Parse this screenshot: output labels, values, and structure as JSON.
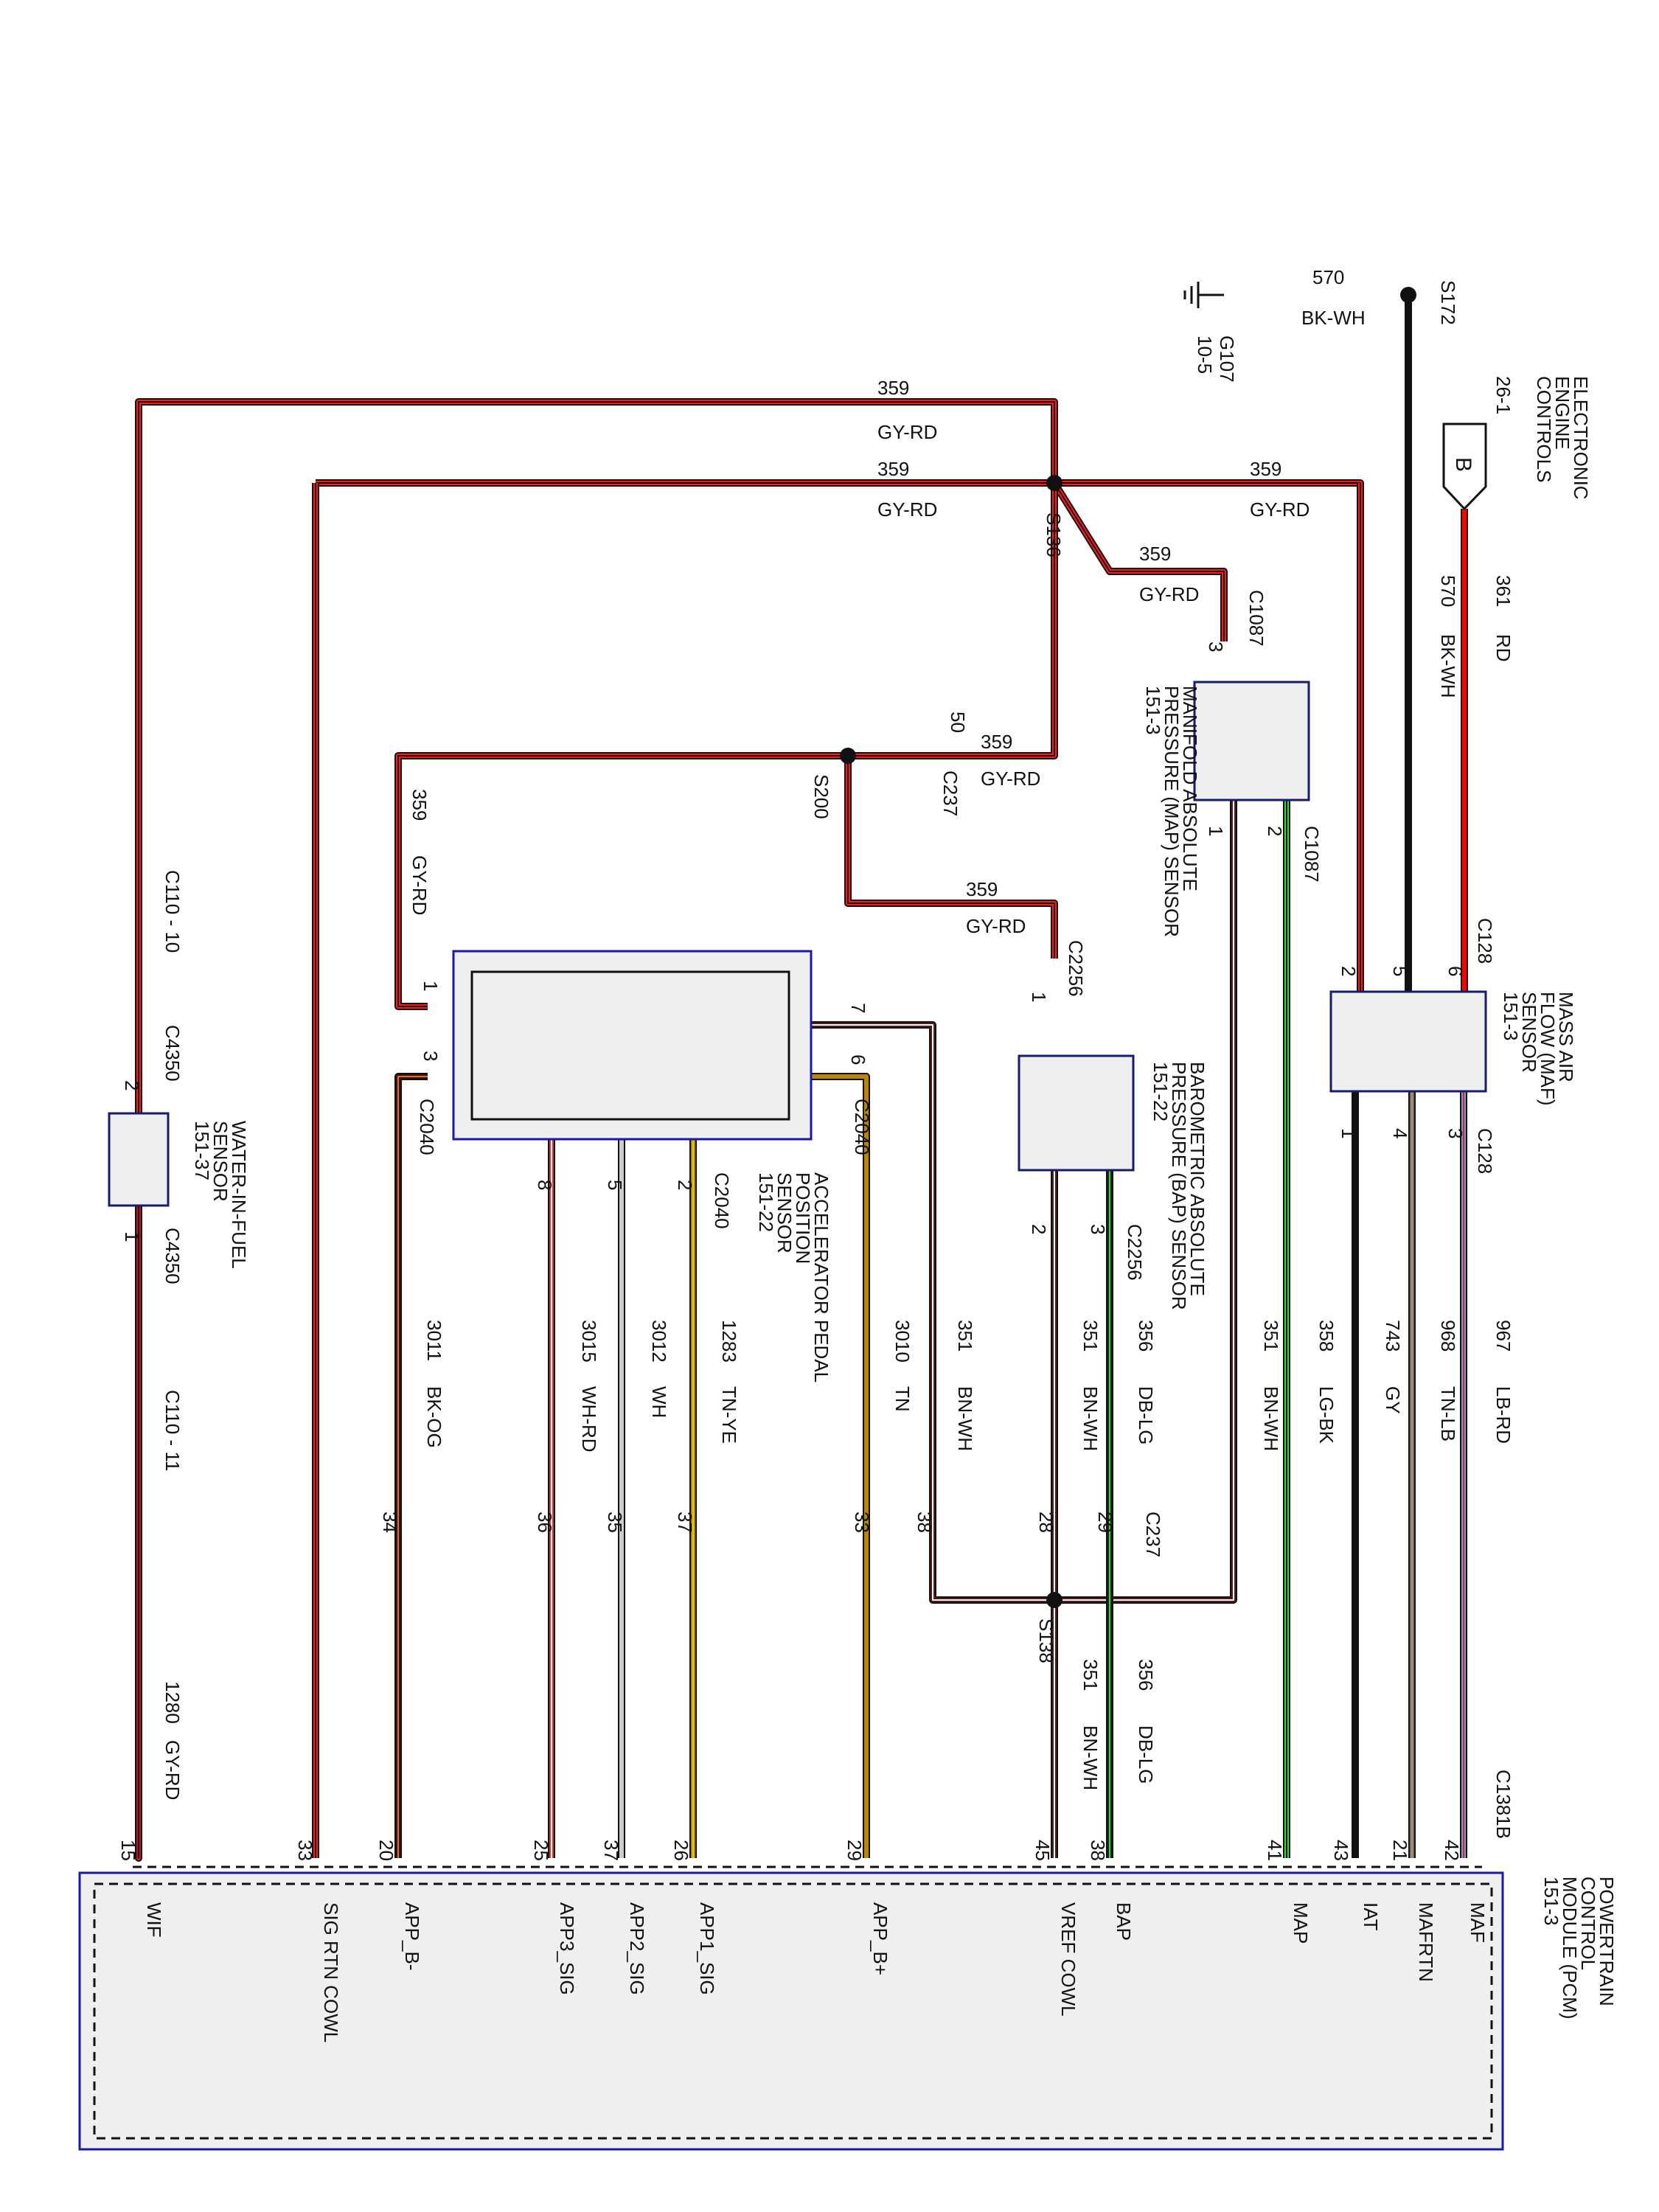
{
  "diagram": {
    "wires": [
      {
        "id": "w-361-rd",
        "color": "#ff0000",
        "stripe": null
      },
      {
        "id": "w-570-bkwh",
        "color": "#111111",
        "stripe": null
      },
      {
        "id": "w-359-top",
        "color": "#ff1a1a",
        "stripe": "#111"
      },
      {
        "id": "w-359-mid",
        "color": "#ff1a1a",
        "stripe": "#111"
      },
      {
        "id": "w-359-s136-c1087",
        "color": "#ff1a1a",
        "stripe": "#111"
      },
      {
        "id": "w-359-s200-c237",
        "color": "#ff1a1a",
        "stripe": "#111"
      },
      {
        "id": "w-359-s200-app",
        "color": "#ff1a1a",
        "stripe": "#111"
      },
      {
        "id": "w-359-s200-bap",
        "color": "#ff1a1a",
        "stripe": "#111"
      },
      {
        "id": "w-359-gyrd-maf",
        "color": "#ff1a1a",
        "stripe": "#111"
      },
      {
        "id": "w-359-gyrd-wif",
        "color": "#ff1a1a",
        "stripe": "#111"
      },
      {
        "id": "w-359-sigrtn",
        "color": "#ff1a1a",
        "stripe": "#111"
      },
      {
        "id": "w-967-lbrd",
        "color": "#6f9fd8",
        "stripe": "#e02020"
      },
      {
        "id": "w-968-tnlb",
        "color": "#9a6a30",
        "stripe": "#6f9fd8"
      },
      {
        "id": "w-743-gy",
        "color": "#111111",
        "stripe": null
      },
      {
        "id": "w-358-lgbk",
        "color": "#33dd33",
        "stripe": "#111"
      },
      {
        "id": "w-351-map",
        "color": "#5a1a1a",
        "stripe": "#fff"
      },
      {
        "id": "w-356-dblg",
        "color": "#1a2a18",
        "stripe": "#44cc44"
      },
      {
        "id": "w-351-bap",
        "color": "#5a1a1a",
        "stripe": "#fff"
      },
      {
        "id": "w-351-app",
        "color": "#5a1a1a",
        "stripe": "#fff"
      },
      {
        "id": "w-3010-tn",
        "color": "#b8860b",
        "stripe": null
      },
      {
        "id": "w-1283-tnye",
        "color": "#b8860b",
        "stripe": "#e6d200"
      },
      {
        "id": "w-3012-wh",
        "color": "#cccccc",
        "stripe": null
      },
      {
        "id": "w-3015-whrd",
        "color": "#e03030",
        "stripe": "#fff"
      },
      {
        "id": "w-3011-bkog",
        "color": "#3a1010",
        "stripe": "#e07020"
      },
      {
        "id": "w-1280-gyrd",
        "color": "#c0102a",
        "stripe": "#111"
      },
      {
        "id": "w-s138-351",
        "color": "#5a1a1a",
        "stripe": "#fff"
      }
    ],
    "labels": [
      {
        "id": "lbl-s172",
        "text": "S172",
        "rot": 90
      },
      {
        "id": "lbl-570-top",
        "text": "570",
        "rot": 0
      },
      {
        "id": "lbl-bkwh-top",
        "text": "BK-WH",
        "rot": 0
      },
      {
        "id": "lbl-g107",
        "text": "G107",
        "rot": 90
      },
      {
        "id": "lbl-g107-ref",
        "text": "10-5",
        "rot": 90
      },
      {
        "id": "lbl-eec",
        "text": "ELECTRONIC",
        "rot": 90
      },
      {
        "id": "lbl-eec2",
        "text": "ENGINE",
        "rot": 90
      },
      {
        "id": "lbl-eec3",
        "text": "CONTROLS",
        "rot": 90
      },
      {
        "id": "lbl-261",
        "text": "26-1",
        "rot": 90
      },
      {
        "id": "lbl-b",
        "text": "B",
        "rot": 90
      },
      {
        "id": "lbl-361",
        "text": "361",
        "rot": 90
      },
      {
        "id": "lbl-rd",
        "text": "RD",
        "rot": 90
      },
      {
        "id": "lbl-570",
        "text": "570",
        "rot": 90
      },
      {
        "id": "lbl-bkwh",
        "text": "BK-WH",
        "rot": 90
      },
      {
        "id": "lbl-359-a",
        "text": "359",
        "rot": 0
      },
      {
        "id": "lbl-gyrd-a",
        "text": "GY-RD",
        "rot": 0
      },
      {
        "id": "lbl-359-b",
        "text": "359",
        "rot": 0
      },
      {
        "id": "lbl-gyrd-b",
        "text": "GY-RD",
        "rot": 0
      },
      {
        "id": "lbl-359-c",
        "text": "359",
        "rot": 0
      },
      {
        "id": "lbl-gyrd-c",
        "text": "GY-RD",
        "rot": 0
      },
      {
        "id": "lbl-s136",
        "text": "S136",
        "rot": 90
      },
      {
        "id": "lbl-359-d",
        "text": "359",
        "rot": 0
      },
      {
        "id": "lbl-gyrd-d",
        "text": "GY-RD",
        "rot": 0
      },
      {
        "id": "lbl-c1087-a",
        "text": "C1087",
        "rot": 90
      },
      {
        "id": "lbl-pin3-c1087",
        "text": "3",
        "rot": 90
      },
      {
        "id": "lbl-map1",
        "text": "MANIFOLD ABSOLUTE",
        "rot": 90
      },
      {
        "id": "lbl-map2",
        "text": "PRESSURE (MAP) SENSOR",
        "rot": 90
      },
      {
        "id": "lbl-map3",
        "text": "151-3",
        "rot": 90
      },
      {
        "id": "lbl-pin1-map",
        "text": "1",
        "rot": 90
      },
      {
        "id": "lbl-pin2-map",
        "text": "2",
        "rot": 90
      },
      {
        "id": "lbl-c1087-b",
        "text": "C1087",
        "rot": 90
      },
      {
        "id": "lbl-50",
        "text": "50",
        "rot": 90
      },
      {
        "id": "lbl-359-e",
        "text": "359",
        "rot": 0
      },
      {
        "id": "lbl-gyrd-e",
        "text": "GY-RD",
        "rot": 0
      },
      {
        "id": "lbl-c237-a",
        "text": "C237",
        "rot": 90
      },
      {
        "id": "lbl-s200",
        "text": "S200",
        "rot": 90
      },
      {
        "id": "lbl-359-f",
        "text": "359",
        "rot": 90
      },
      {
        "id": "lbl-gyrd-f",
        "text": "GY-RD",
        "rot": 90
      },
      {
        "id": "lbl-359-g",
        "text": "359",
        "rot": 0
      },
      {
        "id": "lbl-gyrd-g",
        "text": "GY-RD",
        "rot": 0
      },
      {
        "id": "lbl-c2256-a",
        "text": "C2256",
        "rot": 90
      },
      {
        "id": "lbl-pin1-bap",
        "text": "1",
        "rot": 90
      },
      {
        "id": "lbl-bap1",
        "text": "BAROMETRIC ABSOLUTE",
        "rot": 90
      },
      {
        "id": "lbl-bap2",
        "text": "PRESSURE (BAP) SENSOR",
        "rot": 90
      },
      {
        "id": "lbl-bap3",
        "text": "151-22",
        "rot": 90
      },
      {
        "id": "lbl-pin2-bap",
        "text": "2",
        "rot": 90
      },
      {
        "id": "lbl-pin3-bap",
        "text": "3",
        "rot": 90
      },
      {
        "id": "lbl-c2256-b",
        "text": "C2256",
        "rot": 90
      },
      {
        "id": "lbl-c128-a",
        "text": "C128",
        "rot": 90
      },
      {
        "id": "lbl-maf1",
        "text": "MASS AIR",
        "rot": 90
      },
      {
        "id": "lbl-maf2",
        "text": "FLOW (MAF)",
        "rot": 90
      },
      {
        "id": "lbl-maf3",
        "text": "SENSOR",
        "rot": 90
      },
      {
        "id": "lbl-maf4",
        "text": "151-3",
        "rot": 90
      },
      {
        "id": "lbl-maf-p2",
        "text": "2",
        "rot": 90
      },
      {
        "id": "lbl-maf-p5",
        "text": "5",
        "rot": 90
      },
      {
        "id": "lbl-maf-p6",
        "text": "6",
        "rot": 90
      },
      {
        "id": "lbl-maf-p1",
        "text": "1",
        "rot": 90
      },
      {
        "id": "lbl-maf-p4",
        "text": "4",
        "rot": 90
      },
      {
        "id": "lbl-maf-p3",
        "text": "3",
        "rot": 90
      },
      {
        "id": "lbl-c128-b",
        "text": "C128",
        "rot": 90
      },
      {
        "id": "lbl-967",
        "text": "967",
        "rot": 90
      },
      {
        "id": "lbl-lbrd",
        "text": "LB-RD",
        "rot": 90
      },
      {
        "id": "lbl-968",
        "text": "968",
        "rot": 90
      },
      {
        "id": "lbl-tnlb",
        "text": "TN-LB",
        "rot": 90
      },
      {
        "id": "lbl-743",
        "text": "743",
        "rot": 90
      },
      {
        "id": "lbl-gy",
        "text": "GY",
        "rot": 90
      },
      {
        "id": "lbl-358",
        "text": "358",
        "rot": 90
      },
      {
        "id": "lbl-lgbk",
        "text": "LG-BK",
        "rot": 90
      },
      {
        "id": "lbl-351-a",
        "text": "351",
        "rot": 90
      },
      {
        "id": "lbl-bnwh-a",
        "text": "BN-WH",
        "rot": 90
      },
      {
        "id": "lbl-356-a",
        "text": "356",
        "rot": 90
      },
      {
        "id": "lbl-dblg-a",
        "text": "DB-LG",
        "rot": 90
      },
      {
        "id": "lbl-351-b",
        "text": "351",
        "rot": 90
      },
      {
        "id": "lbl-bnwh-b",
        "text": "BN-WH",
        "rot": 90
      },
      {
        "id": "lbl-351-c",
        "text": "351",
        "rot": 90
      },
      {
        "id": "lbl-bnwh-c",
        "text": "BN-WH",
        "rot": 90
      },
      {
        "id": "lbl-3010",
        "text": "3010",
        "rot": 90
      },
      {
        "id": "lbl-tn",
        "text": "TN",
        "rot": 90
      },
      {
        "id": "lbl-1283",
        "text": "1283",
        "rot": 90
      },
      {
        "id": "lbl-tnye",
        "text": "TN-YE",
        "rot": 90
      },
      {
        "id": "lbl-3012",
        "text": "3012",
        "rot": 90
      },
      {
        "id": "lbl-wh",
        "text": "WH",
        "rot": 90
      },
      {
        "id": "lbl-3015",
        "text": "3015",
        "rot": 90
      },
      {
        "id": "lbl-whrd",
        "text": "WH-RD",
        "rot": 90
      },
      {
        "id": "lbl-3011",
        "text": "3011",
        "rot": 90
      },
      {
        "id": "lbl-bkog",
        "text": "BK-OG",
        "rot": 90
      },
      {
        "id": "lbl-app1",
        "text": "ACCELERATOR PEDAL",
        "rot": 90
      },
      {
        "id": "lbl-app2",
        "text": "POSITION",
        "rot": 90
      },
      {
        "id": "lbl-app3",
        "text": "SENSOR",
        "rot": 90
      },
      {
        "id": "lbl-app4",
        "text": "151-22",
        "rot": 90
      },
      {
        "id": "lbl-c2040-a",
        "text": "C2040",
        "rot": 90
      },
      {
        "id": "lbl-c2040-b",
        "text": "C2040",
        "rot": 90
      },
      {
        "id": "lbl-c2040-c",
        "text": "C2040",
        "rot": 90
      },
      {
        "id": "lbl-app-p1",
        "text": "1",
        "rot": 90
      },
      {
        "id": "lbl-app-p3",
        "text": "3",
        "rot": 90
      },
      {
        "id": "lbl-app-p7",
        "text": "7",
        "rot": 90
      },
      {
        "id": "lbl-app-p6",
        "text": "6",
        "rot": 90
      },
      {
        "id": "lbl-app-p8",
        "text": "8",
        "rot": 90
      },
      {
        "id": "lbl-app-p5",
        "text": "5",
        "rot": 90
      },
      {
        "id": "lbl-app-p2",
        "text": "2",
        "rot": 90
      },
      {
        "id": "lbl-c237-b",
        "text": "C237",
        "rot": 90
      },
      {
        "id": "lbl-c237-29",
        "text": "29",
        "rot": 90
      },
      {
        "id": "lbl-c237-28",
        "text": "28",
        "rot": 90
      },
      {
        "id": "lbl-c237-38",
        "text": "38",
        "rot": 90
      },
      {
        "id": "lbl-c237-33",
        "text": "33",
        "rot": 90
      },
      {
        "id": "lbl-c237-37",
        "text": "37",
        "rot": 90
      },
      {
        "id": "lbl-c237-35",
        "text": "35",
        "rot": 90
      },
      {
        "id": "lbl-c237-36",
        "text": "36",
        "rot": 90
      },
      {
        "id": "lbl-c237-34",
        "text": "34",
        "rot": 90
      },
      {
        "id": "lbl-s138",
        "text": "S138",
        "rot": 90
      },
      {
        "id": "lbl-351-d",
        "text": "351",
        "rot": 90
      },
      {
        "id": "lbl-bnwh-d",
        "text": "BN-WH",
        "rot": 90
      },
      {
        "id": "lbl-356-b",
        "text": "356",
        "rot": 90
      },
      {
        "id": "lbl-dblg-b",
        "text": "DB-LG",
        "rot": 90
      },
      {
        "id": "lbl-c1381b",
        "text": "C1381B",
        "rot": 90
      },
      {
        "id": "lbl-c110-10",
        "text": "C110 - 10",
        "rot": 90
      },
      {
        "id": "lbl-c110-11",
        "text": "C110 - 11",
        "rot": 90
      },
      {
        "id": "lbl-c4350-a",
        "text": "C4350",
        "rot": 90
      },
      {
        "id": "lbl-c4350-b",
        "text": "C4350",
        "rot": 90
      },
      {
        "id": "lbl-wif-p2",
        "text": "2",
        "rot": 90
      },
      {
        "id": "lbl-wif-p1",
        "text": "1",
        "rot": 90
      },
      {
        "id": "lbl-wif1",
        "text": "WATER-IN-FUEL",
        "rot": 90
      },
      {
        "id": "lbl-wif2",
        "text": "SENSOR",
        "rot": 90
      },
      {
        "id": "lbl-wif3",
        "text": "151-37",
        "rot": 90
      },
      {
        "id": "lbl-1280",
        "text": "1280",
        "rot": 90
      },
      {
        "id": "lbl-gyrd-wif",
        "text": "GY-RD",
        "rot": 90
      },
      {
        "id": "lbl-pcm1",
        "text": "POWERTRAIN",
        "rot": 90
      },
      {
        "id": "lbl-pcm2",
        "text": "CONTROL",
        "rot": 90
      },
      {
        "id": "lbl-pcm3",
        "text": "MODULE (PCM)",
        "rot": 90
      },
      {
        "id": "lbl-pcm4",
        "text": "151-3",
        "rot": 90
      },
      {
        "id": "lbl-pin-42",
        "text": "42",
        "rot": 90
      },
      {
        "id": "lbl-pin-21",
        "text": "21",
        "rot": 90
      },
      {
        "id": "lbl-pin-43",
        "text": "43",
        "rot": 90
      },
      {
        "id": "lbl-pin-41",
        "text": "41",
        "rot": 90
      },
      {
        "id": "lbl-pin-38",
        "text": "38",
        "rot": 90
      },
      {
        "id": "lbl-pin-45",
        "text": "45",
        "rot": 90
      },
      {
        "id": "lbl-pin-29",
        "text": "29",
        "rot": 90
      },
      {
        "id": "lbl-pin-26",
        "text": "26",
        "rot": 90
      },
      {
        "id": "lbl-pin-37",
        "text": "37",
        "rot": 90
      },
      {
        "id": "lbl-pin-25",
        "text": "25",
        "rot": 90
      },
      {
        "id": "lbl-pin-20",
        "text": "20",
        "rot": 90
      },
      {
        "id": "lbl-pin-33",
        "text": "33",
        "rot": 90
      },
      {
        "id": "lbl-pin-15",
        "text": "15",
        "rot": 90
      },
      {
        "id": "lbl-sig-maf",
        "text": "MAF",
        "rot": 90
      },
      {
        "id": "lbl-sig-mafrtn",
        "text": "MAFRTN",
        "rot": 90
      },
      {
        "id": "lbl-sig-iat",
        "text": "IAT",
        "rot": 90
      },
      {
        "id": "lbl-sig-map",
        "text": "MAP",
        "rot": 90
      },
      {
        "id": "lbl-sig-bap",
        "text": "BAP",
        "rot": 90
      },
      {
        "id": "lbl-sig-vref",
        "text": "VREF COWL",
        "rot": 90
      },
      {
        "id": "lbl-sig-appbp",
        "text": "APP_B+",
        "rot": 90
      },
      {
        "id": "lbl-sig-app1",
        "text": "APP1_SIG",
        "rot": 90
      },
      {
        "id": "lbl-sig-app2",
        "text": "APP2_SIG",
        "rot": 90
      },
      {
        "id": "lbl-sig-app3",
        "text": "APP3_SIG",
        "rot": 90
      },
      {
        "id": "lbl-sig-appbm",
        "text": "APP_B-",
        "rot": 90
      },
      {
        "id": "lbl-sig-sigrtn",
        "text": "SIG RTN COWL",
        "rot": 90
      },
      {
        "id": "lbl-sig-wif",
        "text": "WIF",
        "rot": 90
      }
    ]
  }
}
